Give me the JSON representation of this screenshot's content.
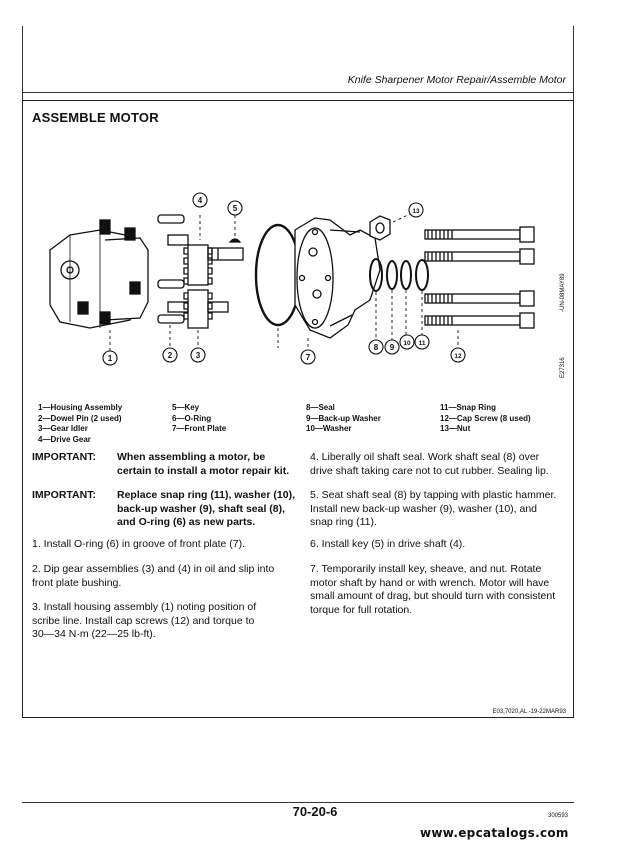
{
  "header": {
    "title": "Knife Sharpener Motor Repair/Assemble Motor"
  },
  "section": {
    "title": "ASSEMBLE MOTOR"
  },
  "figure": {
    "side_id_1": "-UN-08MAY89",
    "side_id_2": "E27316",
    "callouts": [
      "1",
      "2",
      "3",
      "4",
      "5",
      "7",
      "8",
      "9",
      "10",
      "11",
      "12",
      "13"
    ]
  },
  "legend": {
    "col1": [
      "1—Housing Assembly",
      "2—Dowel Pin (2 used)",
      "3—Gear Idler",
      "4—Drive Gear"
    ],
    "col2": [
      "5—Key",
      "6—O-Ring",
      "7—Front Plate"
    ],
    "col3": [
      "8—Seal",
      "9—Back-up Washer",
      "10—Washer"
    ],
    "col4": [
      "11—Snap Ring",
      "12—Cap Screw (8 used)",
      "13—Nut"
    ]
  },
  "important1": {
    "label": "IMPORTANT:",
    "line1": "When assembling a motor, be",
    "line2": "certain to install a motor repair kit."
  },
  "important2": {
    "label": "IMPORTANT:",
    "line1": "Replace snap ring (11), washer (10),",
    "line2": "back-up washer (9), shaft seal (8),",
    "line3": "and O-ring (6) as new parts."
  },
  "steps_left": [
    [
      "1. Install O-ring (6) in groove of front plate (7)."
    ],
    [
      "2. Dip gear assemblies (3) and (4) in oil and slip into",
      "front plate bushing."
    ],
    [
      "3. Install housing assembly (1) noting position of",
      "scribe line. Install cap screws (12) and torque to",
      "30—34 N·m (22—25 lb-ft)."
    ]
  ],
  "steps_right": [
    [
      "4. Liberally oil shaft seal. Work shaft seal (8) over",
      "drive shaft taking care not to cut rubber. Sealing lip."
    ],
    [
      "5. Seat shaft seal (8) by tapping with plastic hammer.",
      "Install new back-up washer (9), washer (10), and",
      "snap ring (11)."
    ],
    [
      "6. Install key (5) in drive shaft (4)."
    ],
    [
      "7. Temporarily install key, sheave, and nut. Rotate",
      "motor shaft by hand or with wrench. Motor will have",
      "small amount of drag, but should turn with consistent",
      "torque for full rotation."
    ]
  ],
  "docref": "E03,7020,AL    -19-22MAR93",
  "page": {
    "number": "70-20-6",
    "code": "300593"
  },
  "url": "www.epcatalogs.com"
}
